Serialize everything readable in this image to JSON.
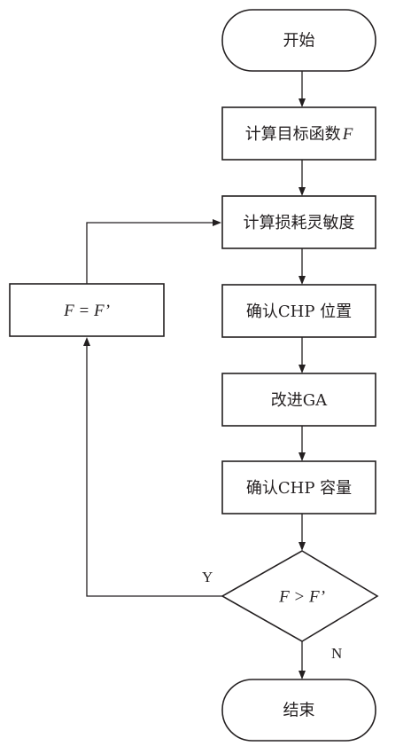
{
  "nodes": {
    "start": "开始",
    "calc_objective": "计算目标函数",
    "calc_objective_var": "F",
    "calc_sensitivity": "计算损耗灵敏度",
    "confirm_location": "确认CHP 位置",
    "improved_ga": "改进GA",
    "confirm_capacity": "确认CHP 容量",
    "decision": "F > F’",
    "update": "F = F’",
    "end": "结束"
  },
  "edge_labels": {
    "yes": "Y",
    "no": "N"
  },
  "colors": {
    "line": "#231f20",
    "fill": "#ffffff"
  }
}
